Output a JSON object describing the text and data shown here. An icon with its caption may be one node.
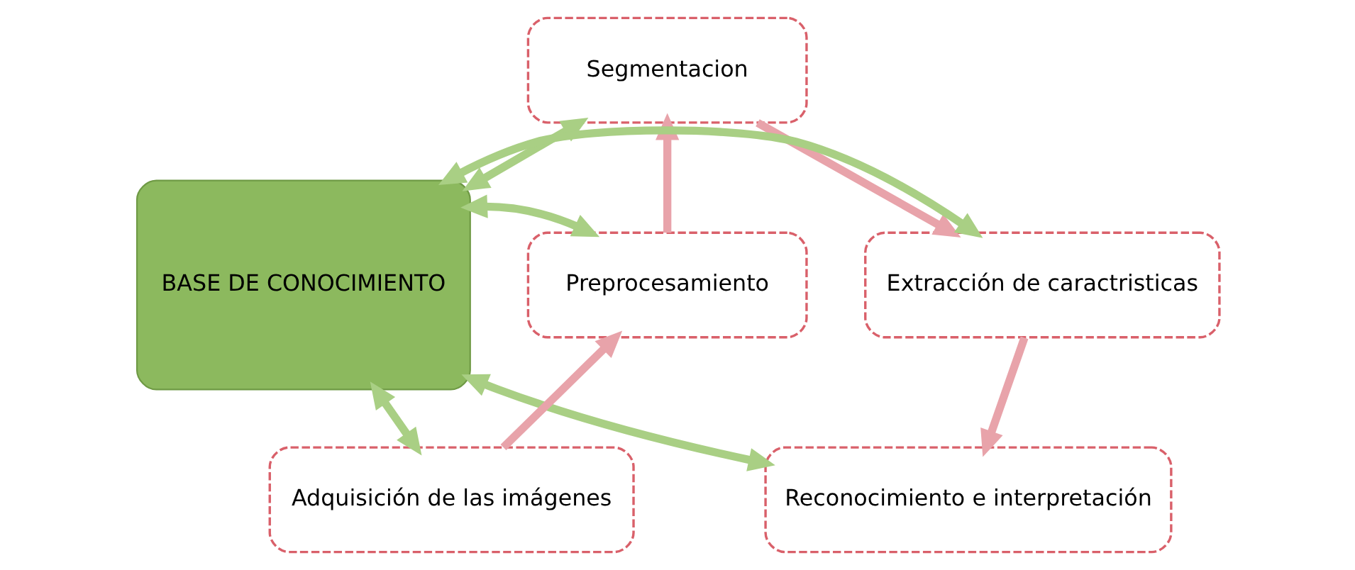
{
  "diagram": {
    "nodes": [
      {
        "text": [
          "Segmentacion"
        ]
      },
      {
        "text": [
          "Preprocesamiento"
        ]
      },
      {
        "text": [
          "Extracción de caractristicas"
        ]
      },
      {
        "text": [
          "BASE DE CONOCIMIENTO"
        ]
      },
      {
        "text": [
          "Adquisición de las imágenes"
        ]
      },
      {
        "text": [
          "Reconocimiento e interpretación"
        ]
      }
    ],
    "edges": [
      {
        "from": 4,
        "to": 1,
        "arrow": "to",
        "color": "#e8a3aa"
      },
      {
        "from": 1,
        "to": 0,
        "arrow": "to",
        "color": "#e8a3aa"
      },
      {
        "from": 0,
        "to": 2,
        "arrow": "to",
        "color": "#e8a3aa"
      },
      {
        "from": 2,
        "to": 5,
        "arrow": "to",
        "color": "#e8a3aa"
      },
      {
        "from": 3,
        "to": 0,
        "arrow": "both"
      },
      {
        "from": 3,
        "to": 1,
        "arrow": "both"
      },
      {
        "from": 3,
        "to": 2,
        "arrow": "both"
      },
      {
        "from": 3,
        "to": 4,
        "arrow": "both"
      },
      {
        "from": 3,
        "to": 5,
        "arrow": "both"
      }
    ]
  }
}
